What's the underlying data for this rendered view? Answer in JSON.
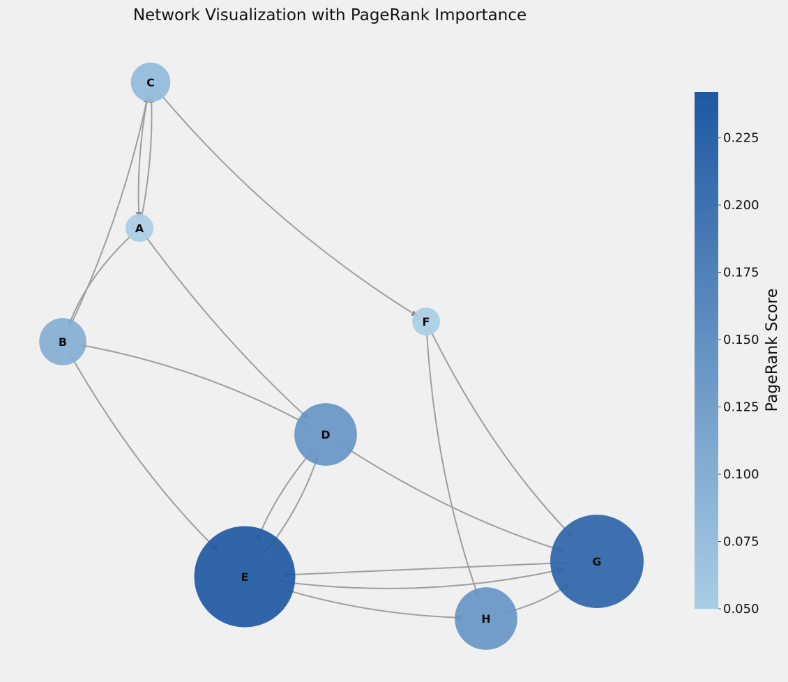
{
  "title": "Network Visualization with PageRank Importance",
  "colorbar": {
    "label": "PageRank Score",
    "min": 0.05,
    "max": 0.242,
    "ticks": [
      "0.050",
      "0.075",
      "0.100",
      "0.125",
      "0.150",
      "0.175",
      "0.200",
      "0.225"
    ],
    "color_low": "#a9cde4",
    "color_high": "#1f58a2"
  },
  "chart_data": {
    "type": "network",
    "nodes": [
      {
        "id": "A",
        "label": "A",
        "pagerank": 0.05
      },
      {
        "id": "B",
        "label": "B",
        "pagerank": 0.1
      },
      {
        "id": "C",
        "label": "C",
        "pagerank": 0.08
      },
      {
        "id": "D",
        "label": "D",
        "pagerank": 0.14
      },
      {
        "id": "E",
        "label": "E",
        "pagerank": 0.24
      },
      {
        "id": "F",
        "label": "F",
        "pagerank": 0.05
      },
      {
        "id": "G",
        "label": "G",
        "pagerank": 0.22
      },
      {
        "id": "H",
        "label": "H",
        "pagerank": 0.14
      }
    ],
    "edges": [
      {
        "source": "A",
        "target": "C"
      },
      {
        "source": "C",
        "target": "A"
      },
      {
        "source": "A",
        "target": "B"
      },
      {
        "source": "B",
        "target": "C"
      },
      {
        "source": "A",
        "target": "D"
      },
      {
        "source": "C",
        "target": "F"
      },
      {
        "source": "D",
        "target": "B"
      },
      {
        "source": "B",
        "target": "E"
      },
      {
        "source": "D",
        "target": "E"
      },
      {
        "source": "E",
        "target": "D"
      },
      {
        "source": "D",
        "target": "G"
      },
      {
        "source": "F",
        "target": "G"
      },
      {
        "source": "F",
        "target": "H"
      },
      {
        "source": "E",
        "target": "G"
      },
      {
        "source": "G",
        "target": "E"
      },
      {
        "source": "E",
        "target": "H"
      },
      {
        "source": "H",
        "target": "G"
      }
    ]
  }
}
